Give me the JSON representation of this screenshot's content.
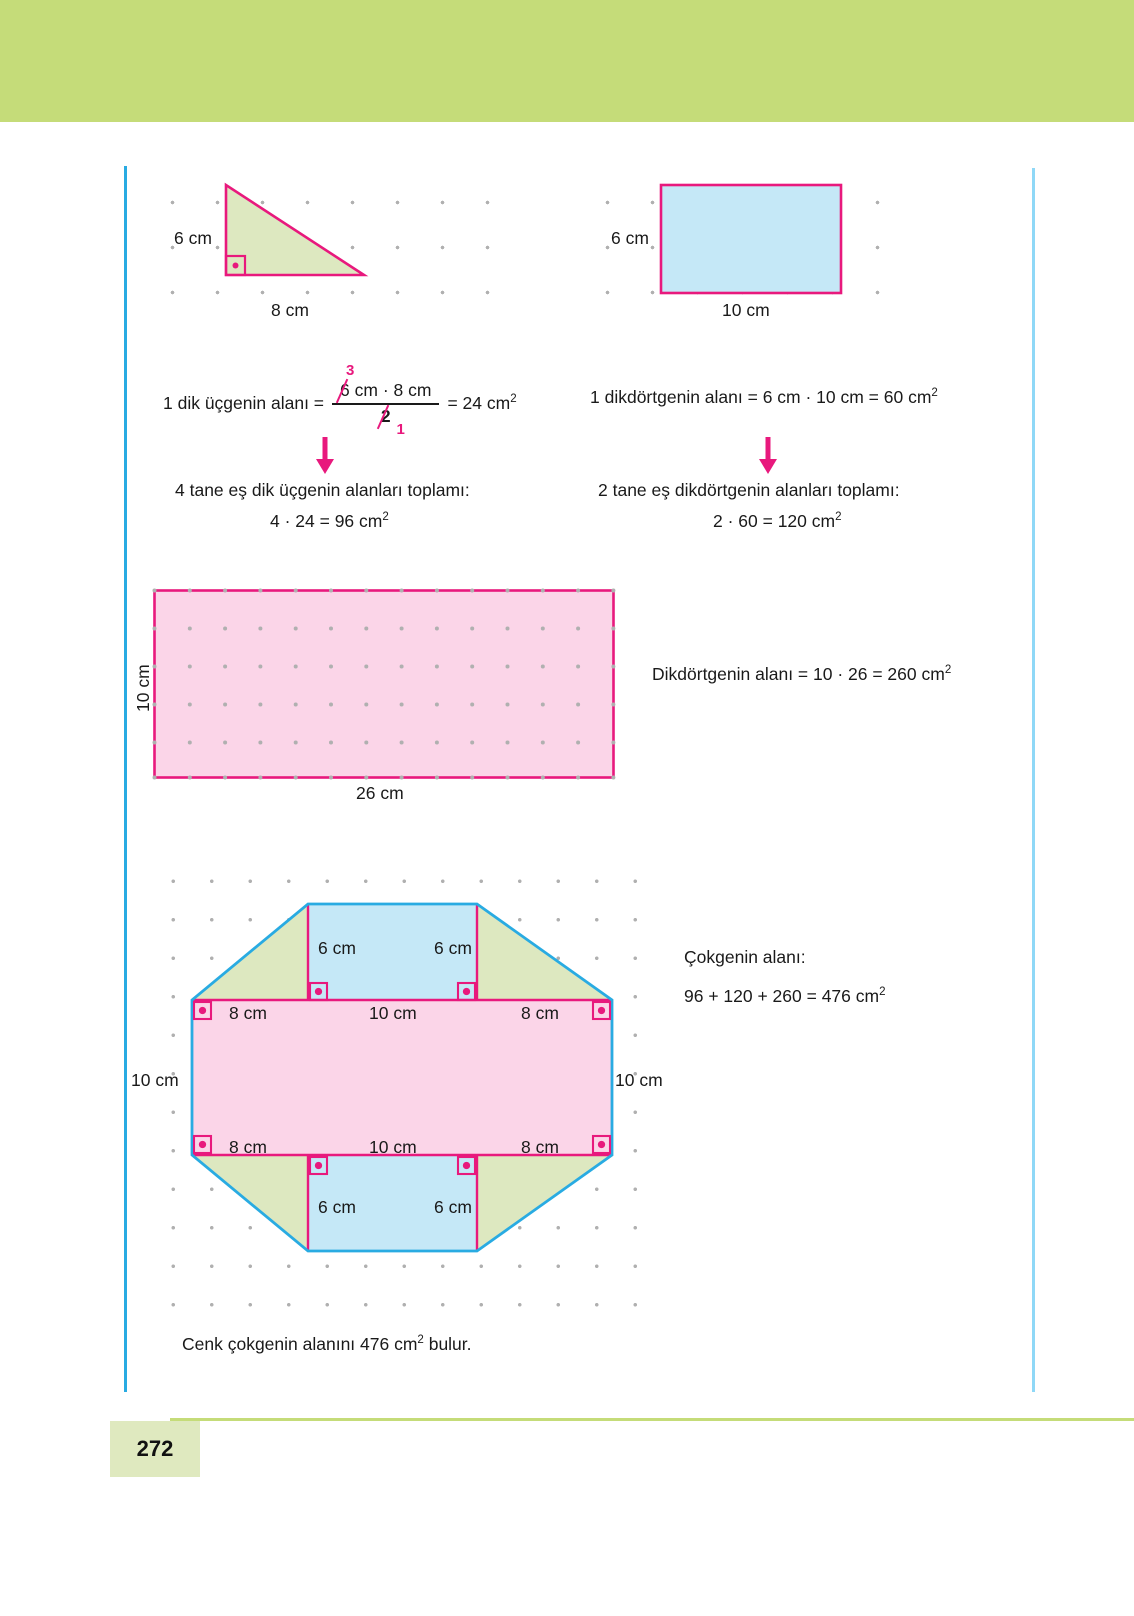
{
  "page": {
    "number": "272",
    "band_color": "#c5dc79",
    "rule_color": "#29abe2",
    "accent_magenta": "#e8197d",
    "fill_green": "#dde8c0",
    "fill_blue": "#c5e8f7",
    "fill_pink": "#fbd5e8",
    "outline_cyan": "#29abe2"
  },
  "figure_triangle": {
    "height_label": "6 cm",
    "base_label": "8 cm",
    "right_angle_marker": "right-angle-marker"
  },
  "figure_rectangle": {
    "height_label": "6 cm",
    "base_label": "10 cm"
  },
  "formula_triangle": {
    "lead": "1 dik üçgenin alanı =",
    "numerator_left": "6",
    "numerator_rest": " cm · 8 cm",
    "denominator": "2",
    "cancel_numerator": "3",
    "cancel_denominator": "1",
    "result": "= 24 cm",
    "result_exp": "2"
  },
  "formula_rectangle": {
    "text": "1 dikdörtgenin alanı = 6 cm · 10 cm = 60 cm",
    "exp": "2"
  },
  "sum_triangle": {
    "title": "4 tane eş dik üçgenin alanları toplamı:",
    "value": "4 · 24 = 96 cm",
    "exp": "2"
  },
  "sum_rectangle": {
    "title": "2 tane eş dikdörtgenin alanları toplamı:",
    "value": "2 · 60 = 120 cm",
    "exp": "2"
  },
  "figure_big_rectangle": {
    "height_label": "10 cm",
    "base_label": "26 cm",
    "area_text": "Dikdörtgenin alanı = 10 · 26 = 260 cm",
    "area_exp": "2"
  },
  "figure_polygon": {
    "top_left_6": "6 cm",
    "top_right_6": "6 cm",
    "upper_left_8": "8 cm",
    "upper_mid_10": "10 cm",
    "upper_right_8": "8 cm",
    "left_10": "10 cm",
    "right_10": "10 cm",
    "lower_left_8": "8 cm",
    "lower_mid_10": "10 cm",
    "lower_right_8": "8 cm",
    "bottom_left_6": "6 cm",
    "bottom_right_6": "6 cm"
  },
  "polygon_area": {
    "title": "Çokgenin alanı:",
    "value": "96 + 120 + 260 = 476 cm",
    "exp": "2"
  },
  "conclusion": {
    "part1": "Cenk çokgenin alanını 476 cm",
    "exp": "2",
    "part2": " bulur."
  }
}
